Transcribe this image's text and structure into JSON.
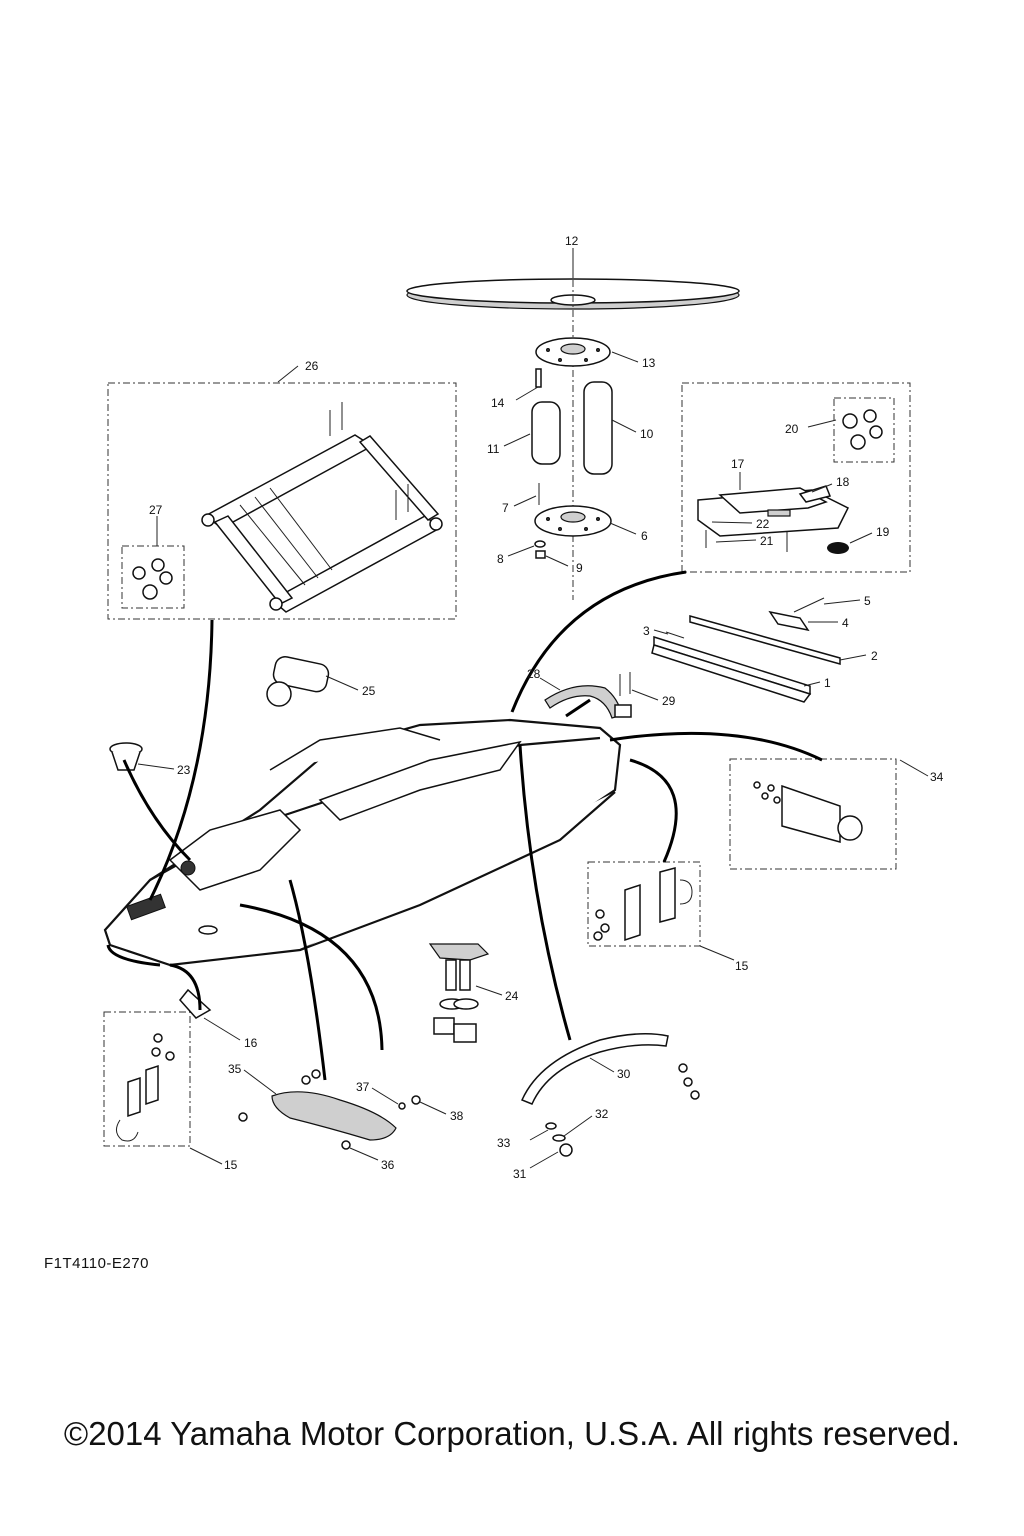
{
  "diagram": {
    "drawing_code": "F1T4110-E270",
    "copyright": "©2014 Yamaha Motor Corporation, U.S.A. All rights reserved.",
    "callouts": {
      "c1": "1",
      "c2": "2",
      "c3": "3",
      "c4": "4",
      "c5": "5",
      "c6": "6",
      "c7": "7",
      "c8": "8",
      "c9": "9",
      "c10": "10",
      "c11": "11",
      "c12": "12",
      "c13": "13",
      "c14": "14",
      "c15a": "15",
      "c15b": "15",
      "c16": "16",
      "c17": "17",
      "c18": "18",
      "c19": "19",
      "c20": "20",
      "c21": "21",
      "c22": "22",
      "c23": "23",
      "c24": "24",
      "c25": "25",
      "c26": "26",
      "c27": "27",
      "c28": "28",
      "c29": "29",
      "c30": "30",
      "c31": "31",
      "c32": "32",
      "c33": "33",
      "c34": "34",
      "c35": "35",
      "c36": "36",
      "c37": "37",
      "c38": "38"
    }
  }
}
